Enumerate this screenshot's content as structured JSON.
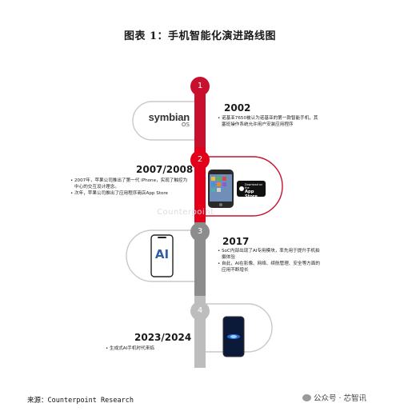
{
  "title": "图表 1：手机智能化演进路线图",
  "colors": {
    "red": "#c8102e",
    "red_bright": "#e2001a",
    "gray_dark": "#8c8c8c",
    "gray_light": "#bdbdbd"
  },
  "milestones": [
    {
      "number": "1",
      "year": "2002",
      "bullets": [
        "诺基亚7650被认为诺基亚的第一款智能手机，其塞班操作系统允许用户安装应用程序"
      ],
      "logo": {
        "word": "symbian",
        "sub": "OS"
      }
    },
    {
      "number": "2",
      "year": "2007/2008",
      "bullets": [
        "2007年，苹果公司推出了第一代 iPhone，实现了触控为中心的交互设计理念。",
        "次年，苹果公司推出了应用程序商店App Store"
      ],
      "badge": {
        "line1": "Download on the",
        "line2": "App Store"
      }
    },
    {
      "number": "3",
      "year": "2017",
      "bullets": [
        "SoC内部出现了AI专用模块，率先用于提升手机拍摄体验",
        "自此，AI在影像、网络、续航管理、安全等方面的应用不断增长"
      ],
      "ai_label": "AI"
    },
    {
      "number": "4",
      "year": "2023/2024",
      "bullets": [
        "生成式AI手机时代来临"
      ]
    }
  ],
  "watermark": "Counterpoint",
  "source": "来源：Counterpoint Research",
  "wechat": "公众号 · 芯智讯"
}
